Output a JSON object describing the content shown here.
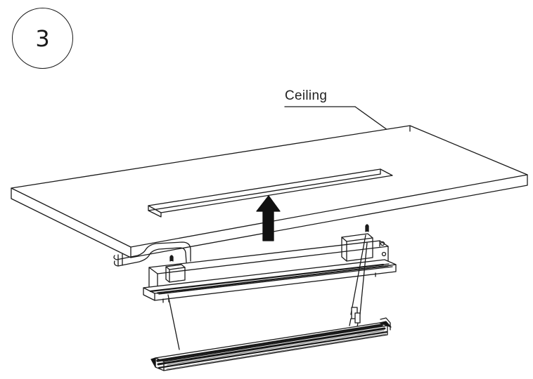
{
  "step": {
    "number": "3"
  },
  "labels": {
    "ceiling": "Ceiling"
  },
  "figure": {
    "parts": [
      "ceiling-panel",
      "ceiling-cutout",
      "upward-arrow",
      "light-housing",
      "flexible-conduit",
      "suspension-wire",
      "diffuser-trim"
    ],
    "colors": {
      "line": "#1a1a1a",
      "fill": "#ffffff"
    }
  }
}
